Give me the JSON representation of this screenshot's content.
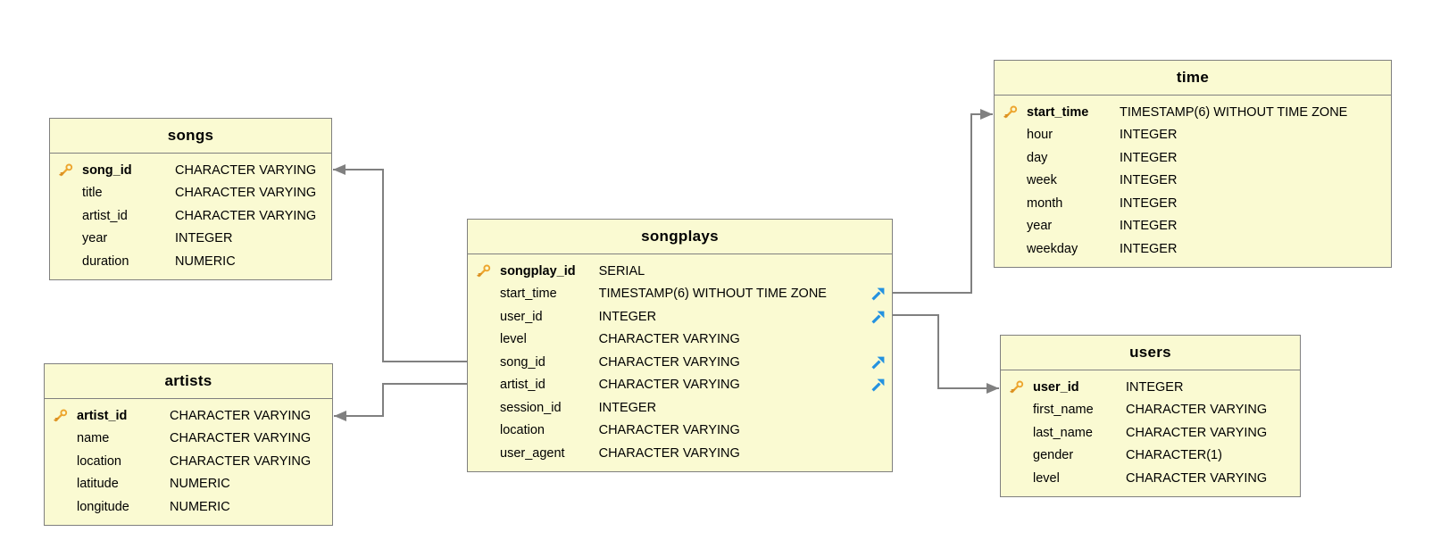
{
  "diagram": {
    "kind": "entity-relationship-diagram",
    "colors": {
      "table_fill": "#FAFAD2",
      "table_border": "#7F7F7F",
      "connector": "#808080",
      "text": "#000000",
      "primary_key_icon": "#EDA52E",
      "foreign_key_icon": "#2492E0"
    },
    "icons": {
      "primary_key": "key-icon",
      "foreign_key": "ne-arrow-icon",
      "relationship_end": "arrowhead-icon"
    }
  },
  "tables": [
    {
      "id": "songs",
      "title": "songs",
      "columns": [
        {
          "name": "song_id",
          "type": "CHARACTER VARYING",
          "pk": true,
          "fk": false
        },
        {
          "name": "title",
          "type": "CHARACTER VARYING",
          "pk": false,
          "fk": false
        },
        {
          "name": "artist_id",
          "type": "CHARACTER VARYING",
          "pk": false,
          "fk": false
        },
        {
          "name": "year",
          "type": "INTEGER",
          "pk": false,
          "fk": false
        },
        {
          "name": "duration",
          "type": "NUMERIC",
          "pk": false,
          "fk": false
        }
      ]
    },
    {
      "id": "artists",
      "title": "artists",
      "columns": [
        {
          "name": "artist_id",
          "type": "CHARACTER VARYING",
          "pk": true,
          "fk": false
        },
        {
          "name": "name",
          "type": "CHARACTER VARYING",
          "pk": false,
          "fk": false
        },
        {
          "name": "location",
          "type": "CHARACTER VARYING",
          "pk": false,
          "fk": false
        },
        {
          "name": "latitude",
          "type": "NUMERIC",
          "pk": false,
          "fk": false
        },
        {
          "name": "longitude",
          "type": "NUMERIC",
          "pk": false,
          "fk": false
        }
      ]
    },
    {
      "id": "songplays",
      "title": "songplays",
      "columns": [
        {
          "name": "songplay_id",
          "type": "SERIAL",
          "pk": true,
          "fk": false
        },
        {
          "name": "start_time",
          "type": "TIMESTAMP(6) WITHOUT TIME ZONE",
          "pk": false,
          "fk": true
        },
        {
          "name": "user_id",
          "type": "INTEGER",
          "pk": false,
          "fk": true
        },
        {
          "name": "level",
          "type": "CHARACTER VARYING",
          "pk": false,
          "fk": false
        },
        {
          "name": "song_id",
          "type": "CHARACTER VARYING",
          "pk": false,
          "fk": true
        },
        {
          "name": "artist_id",
          "type": "CHARACTER VARYING",
          "pk": false,
          "fk": true
        },
        {
          "name": "session_id",
          "type": "INTEGER",
          "pk": false,
          "fk": false
        },
        {
          "name": "location",
          "type": "CHARACTER VARYING",
          "pk": false,
          "fk": false
        },
        {
          "name": "user_agent",
          "type": "CHARACTER VARYING",
          "pk": false,
          "fk": false
        }
      ]
    },
    {
      "id": "time",
      "title": "time",
      "columns": [
        {
          "name": "start_time",
          "type": "TIMESTAMP(6) WITHOUT TIME ZONE",
          "pk": true,
          "fk": false
        },
        {
          "name": "hour",
          "type": "INTEGER",
          "pk": false,
          "fk": false
        },
        {
          "name": "day",
          "type": "INTEGER",
          "pk": false,
          "fk": false
        },
        {
          "name": "week",
          "type": "INTEGER",
          "pk": false,
          "fk": false
        },
        {
          "name": "month",
          "type": "INTEGER",
          "pk": false,
          "fk": false
        },
        {
          "name": "year",
          "type": "INTEGER",
          "pk": false,
          "fk": false
        },
        {
          "name": "weekday",
          "type": "INTEGER",
          "pk": false,
          "fk": false
        }
      ]
    },
    {
      "id": "users",
      "title": "users",
      "columns": [
        {
          "name": "user_id",
          "type": "INTEGER",
          "pk": true,
          "fk": false
        },
        {
          "name": "first_name",
          "type": "CHARACTER VARYING",
          "pk": false,
          "fk": false
        },
        {
          "name": "last_name",
          "type": "CHARACTER VARYING",
          "pk": false,
          "fk": false
        },
        {
          "name": "gender",
          "type": "CHARACTER(1)",
          "pk": false,
          "fk": false
        },
        {
          "name": "level",
          "type": "CHARACTER VARYING",
          "pk": false,
          "fk": false
        }
      ]
    }
  ],
  "relationships": [
    {
      "from_table": "songplays",
      "from_column": "start_time",
      "to_table": "time",
      "to_column": "start_time"
    },
    {
      "from_table": "songplays",
      "from_column": "user_id",
      "to_table": "users",
      "to_column": "user_id"
    },
    {
      "from_table": "songplays",
      "from_column": "song_id",
      "to_table": "songs",
      "to_column": "song_id"
    },
    {
      "from_table": "songplays",
      "from_column": "artist_id",
      "to_table": "artists",
      "to_column": "artist_id"
    }
  ]
}
